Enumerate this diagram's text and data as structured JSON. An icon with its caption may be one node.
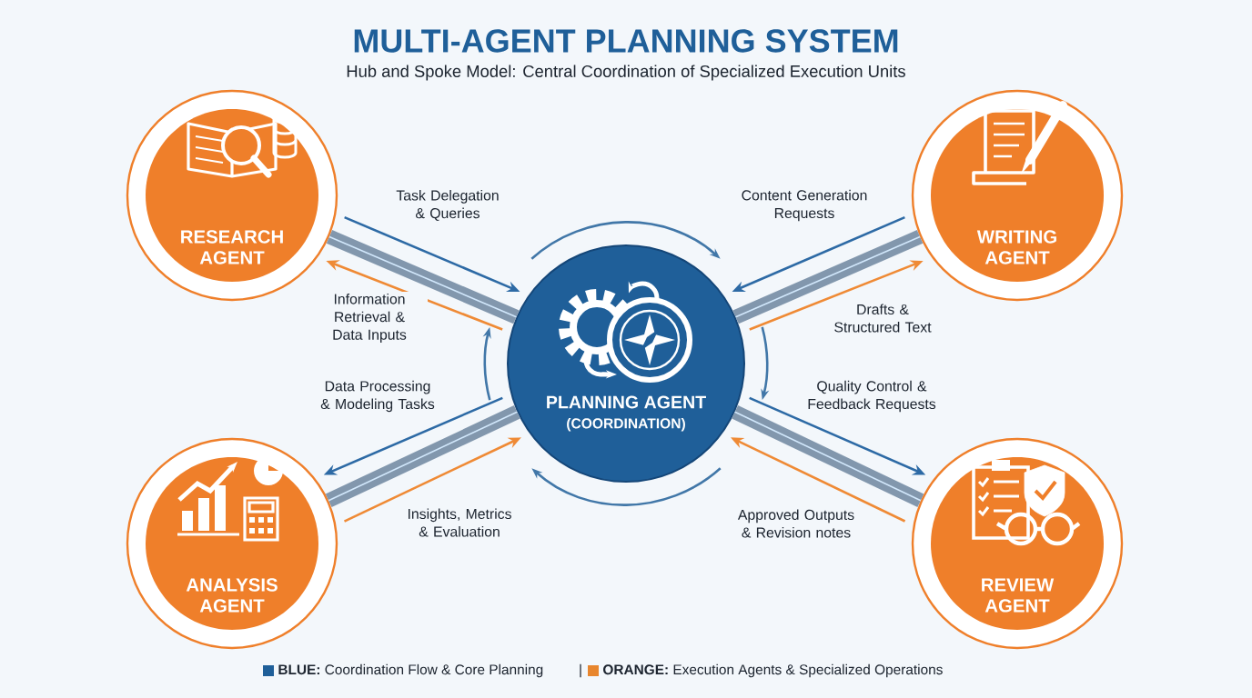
{
  "diagram": {
    "title": "MULTI-AGENT PLANNING SYSTEM",
    "nodes": [
      {
        "text": [
          "RESEARCH AGENT"
        ]
      },
      {
        "text": [
          "WRITING AGENT"
        ]
      },
      {
        "text": [
          "PLANNING AGENT",
          "(COORDINATION)"
        ]
      },
      {
        "text": [
          "ANALYSIS AGENT"
        ]
      },
      {
        "text": [
          "REVIEW AGENT"
        ]
      }
    ],
    "edges": [
      {
        "from": 0,
        "to": 2,
        "arrow": "to",
        "label": "Task Delegation & Queries",
        "color": "#2d6aa5"
      },
      {
        "from": 2,
        "to": 0,
        "arrow": "to",
        "label": "Information Retrieval & Data Inputs",
        "color": "#ef8a35"
      },
      {
        "from": 1,
        "to": 2,
        "arrow": "to",
        "label": "Content Generation Requests",
        "color": "#2d6aa5"
      },
      {
        "from": 2,
        "to": 1,
        "arrow": "to",
        "label": "Drafts & Structured Text",
        "color": "#ef8a35"
      },
      {
        "from": 2,
        "to": 3,
        "arrow": "to",
        "label": "Data Processing & Modeling Tasks",
        "color": "#2d6aa5"
      },
      {
        "from": 3,
        "to": 2,
        "arrow": "to",
        "label": "Insights, Metrics & Evaluation",
        "color": "#ef8a35"
      },
      {
        "from": 2,
        "to": 4,
        "arrow": "to",
        "label": "Quality Control & Feedback Requests",
        "color": "#2d6aa5"
      },
      {
        "from": 4,
        "to": 2,
        "arrow": "to",
        "label": "Approved Outputs & Revision notes",
        "color": "#ef8a35"
      },
      {
        "from": 0,
        "to": 2,
        "arrow": "none",
        "style": "thick",
        "color": "#8297ad"
      },
      {
        "from": 1,
        "to": 2,
        "arrow": "none",
        "style": "thick",
        "color": "#8297ad"
      },
      {
        "from": 3,
        "to": 2,
        "arrow": "none",
        "style": "thick",
        "color": "#8297ad"
      },
      {
        "from": 4,
        "to": 2,
        "arrow": "none",
        "style": "thick",
        "color": "#8297ad"
      }
    ],
    "labels": [
      "Hub and Spoke Model: Central Coordination of Specialized Execution Units",
      "|"
    ],
    "legend": [
      {
        "text": "**BLUE:** Coordination Flow & Core Planning",
        "color": "#1f5f99"
      },
      {
        "text": "**ORANGE:** Execution Agents & Specialized Operations",
        "color": "#e8862e"
      }
    ]
  }
}
